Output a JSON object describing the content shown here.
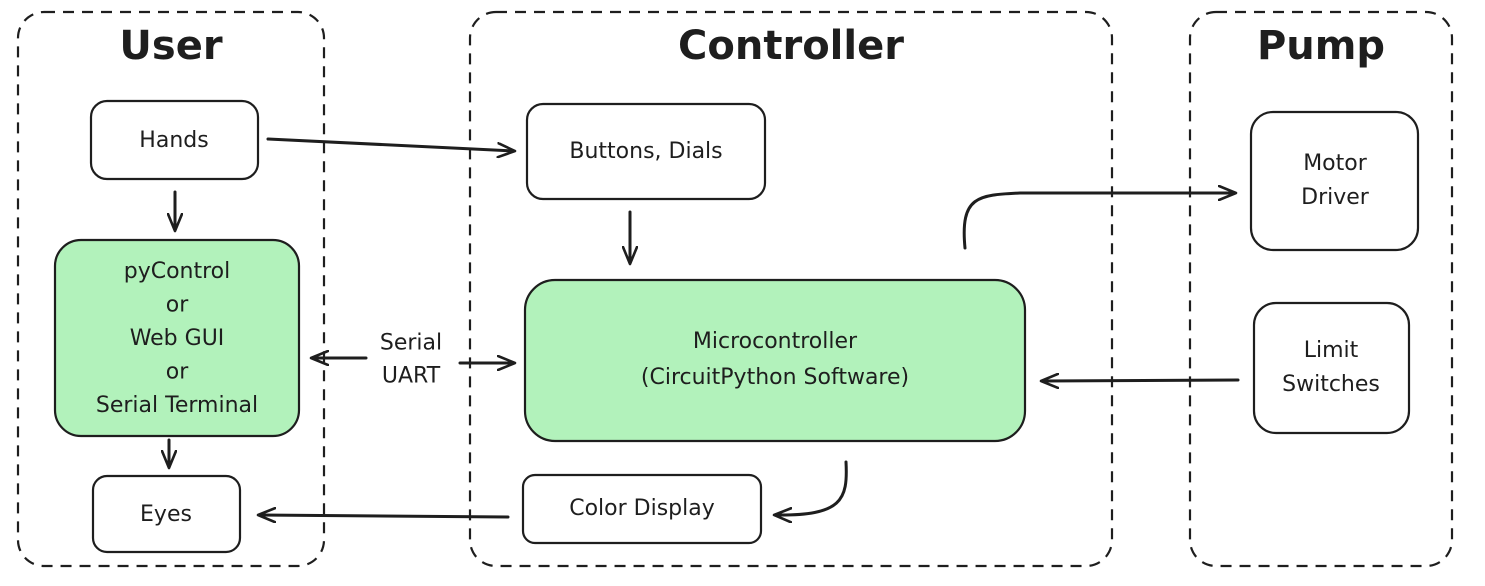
{
  "groups": {
    "user": {
      "title": "User"
    },
    "controller": {
      "title": "Controller"
    },
    "pump": {
      "title": "Pump"
    }
  },
  "nodes": {
    "hands": {
      "lines": [
        "Hands"
      ],
      "highlight": false
    },
    "interface": {
      "lines": [
        "pyControl",
        "or",
        "Web GUI",
        "or",
        "Serial Terminal"
      ],
      "highlight": true
    },
    "eyes": {
      "lines": [
        "Eyes"
      ],
      "highlight": false
    },
    "buttons": {
      "lines": [
        "Buttons, Dials"
      ],
      "highlight": false
    },
    "micro": {
      "lines": [
        "Microcontroller",
        "(CircuitPython Software)"
      ],
      "highlight": true
    },
    "display": {
      "lines": [
        "Color Display"
      ],
      "highlight": false
    },
    "motor": {
      "lines": [
        "Motor",
        "Driver"
      ],
      "highlight": false
    },
    "limit": {
      "lines": [
        "Limit",
        "Switches"
      ],
      "highlight": false
    }
  },
  "edge_labels": {
    "serial": [
      "Serial",
      "UART"
    ]
  },
  "colors": {
    "stroke": "#1e1e1e",
    "highlight_fill": "#b2f2bb",
    "plain_fill": "#ffffff"
  }
}
